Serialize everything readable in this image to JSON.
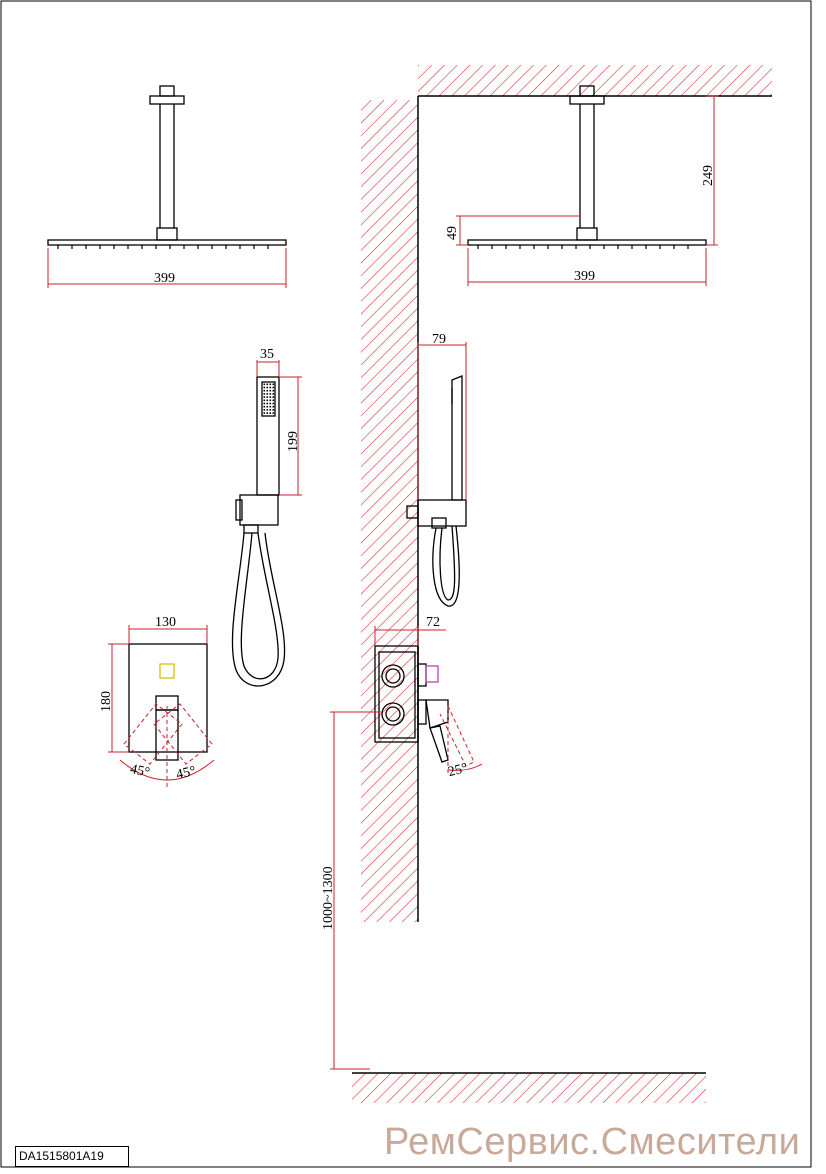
{
  "drawing": {
    "model_code": "DA1515801A19",
    "watermark": "РемСервис.Смесители",
    "dimensions": {
      "head_width_front": "399",
      "head_width_side": "399",
      "arm_drop": "249",
      "head_thickness": "49",
      "handset_width": "35",
      "handset_length": "199",
      "handset_projection": "79",
      "plate_width": "130",
      "plate_height": "180",
      "valve_projection": "72",
      "lever_angle_left": "45°",
      "lever_angle_right": "45°",
      "lever_tilt": "25°",
      "mount_height": "1000~1300"
    },
    "colors": {
      "hatch": "#e0303a",
      "dimension": "#c8202a",
      "line": "#000000",
      "watermark": "#c9a99a"
    }
  }
}
